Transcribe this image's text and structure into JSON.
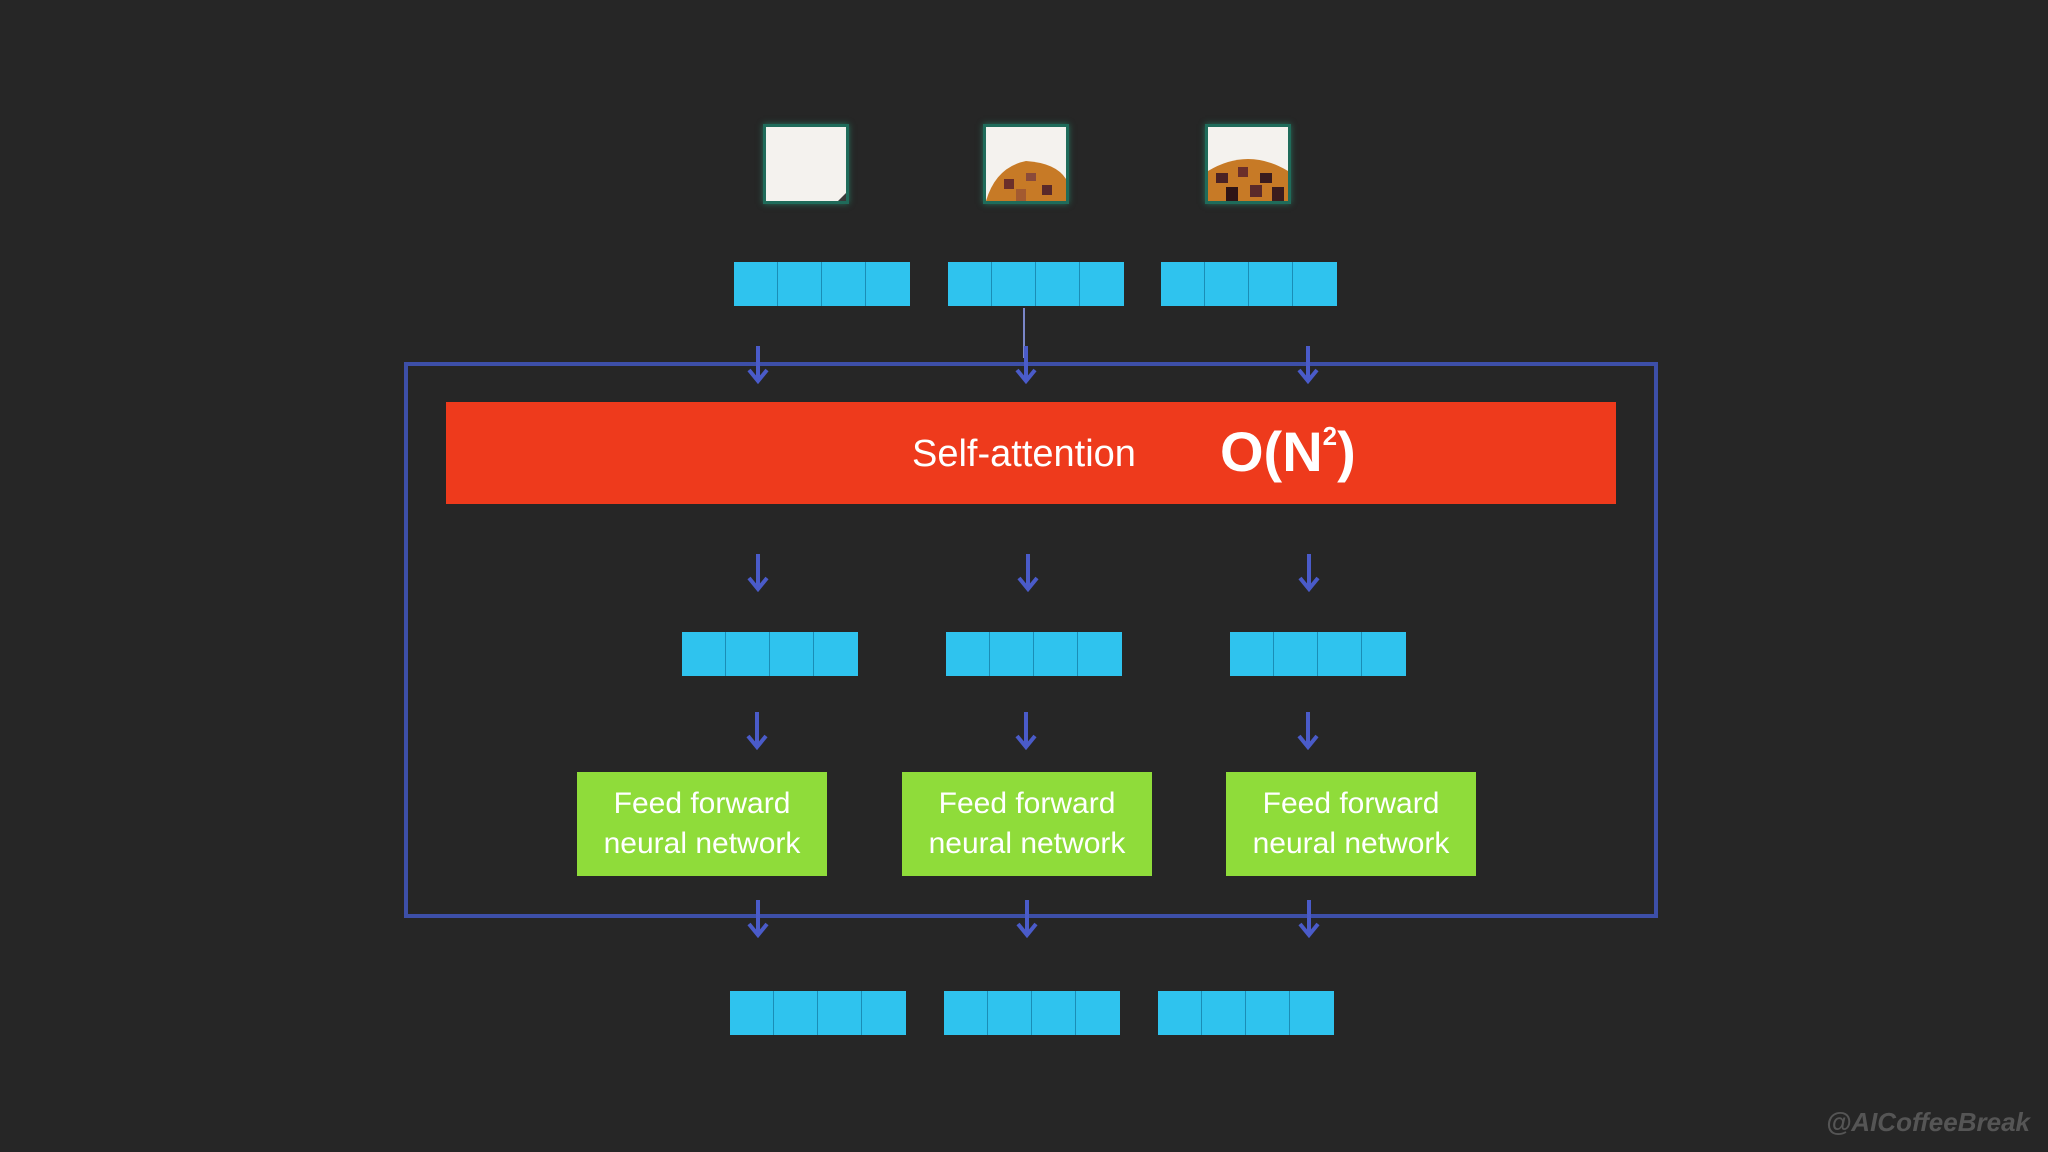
{
  "diagram": {
    "background_color": "#262626",
    "attention": {
      "label": "Self-attention",
      "complexity_base": "O(N",
      "complexity_exp": "2",
      "complexity_close": ")",
      "color": "#ee3a1c"
    },
    "ffn_blocks": [
      {
        "line1": "Feed forward",
        "line2": "neural network"
      },
      {
        "line1": "Feed forward",
        "line2": "neural network"
      },
      {
        "line1": "Feed forward",
        "line2": "neural network"
      }
    ],
    "token_color": "#2fc3ee",
    "ffn_color": "#8fdc3a",
    "encoder_border_color": "#3d4fa8",
    "arrow_color": "#4a5bc9",
    "input_patches": [
      "white-patch",
      "sphere-patch-edge",
      "sphere-patch-checker"
    ]
  },
  "watermark": {
    "text": "@AICoffeeBreak"
  }
}
